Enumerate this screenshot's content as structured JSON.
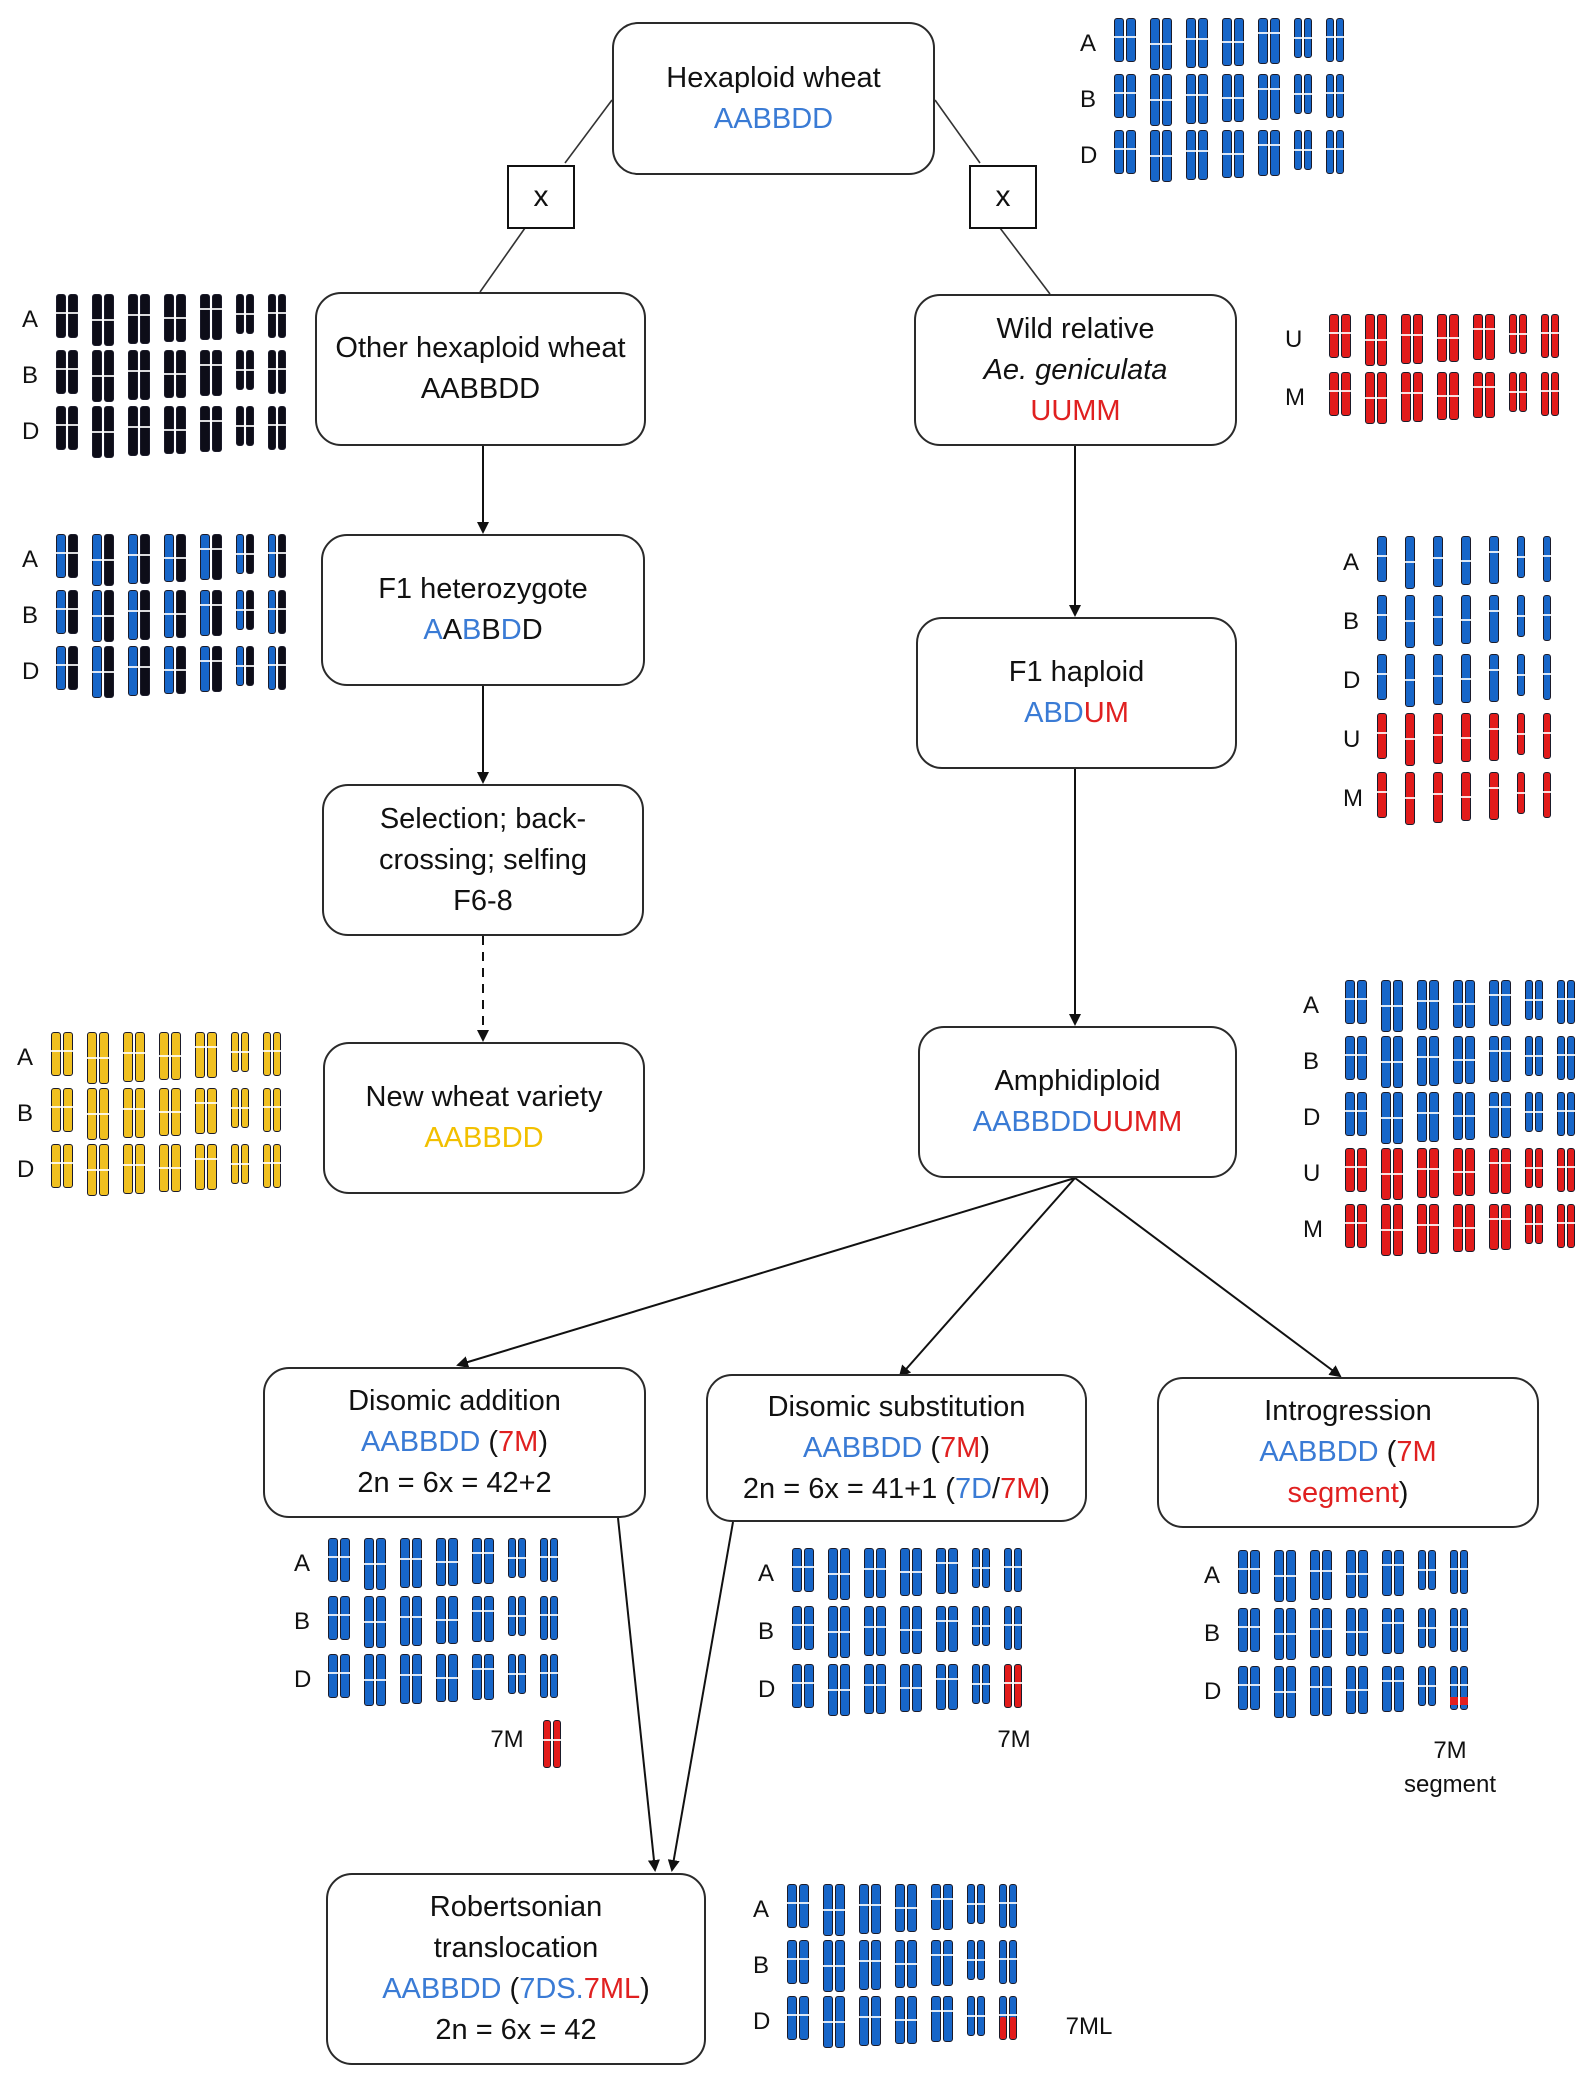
{
  "cross_symbol": "x",
  "colors": {
    "blue": "#3a7bd5",
    "red": "#e02020",
    "yellow": "#f2c000",
    "black": "#111111"
  },
  "nodes": {
    "hexaploid": {
      "title": "Hexaploid wheat",
      "genome": "AABBDD"
    },
    "other_hexaploid": {
      "title": "Other hexaploid wheat",
      "genome": "AABBDD"
    },
    "wild_relative": {
      "title": "Wild relative",
      "species": "Ae. geniculata",
      "genome": "UUMM"
    },
    "f1_heterozygote": {
      "title": "F1 heterozygote",
      "genome_parts": [
        "A",
        "A",
        "B",
        "B",
        "D",
        "D"
      ]
    },
    "selection": {
      "lines": [
        "Selection; back-",
        "crossing; selfing",
        "F6-8"
      ]
    },
    "new_variety": {
      "title": "New wheat variety",
      "genome": "AABBDD"
    },
    "f1_haploid": {
      "title": "F1 haploid",
      "genome_wheat": "ABD",
      "genome_wild": "UM"
    },
    "amphidiploid": {
      "title": "Amphidiploid",
      "genome_wheat": "AABBDD",
      "genome_wild": "UUMM"
    },
    "disomic_addition": {
      "title": "Disomic addition",
      "genome": "AABBDD",
      "open": "(",
      "added": "7M",
      "close": ")",
      "formula": "2n = 6x = 42+2"
    },
    "disomic_substitution": {
      "title": "Disomic substitution",
      "genome": "AABBDD",
      "open": "(",
      "added": "7M",
      "close": ")",
      "formula_pre": "2n = 6x = 41+1 (",
      "sub_wheat": "7D",
      "slash": "/",
      "sub_wild": "7M",
      "formula_post": ")"
    },
    "introgression": {
      "title": "Introgression",
      "genome": "AABBDD",
      "open": "(",
      "added": "7M",
      "seg_word": "segment",
      "close": ")"
    },
    "robertsonian": {
      "title_1": "Robertsonian",
      "title_2": "translocation",
      "genome": "AABBDD",
      "open": "(",
      "part_wheat": "7DS.",
      "part_wild": "7ML",
      "close": ")",
      "formula": "2n = 6x = 42"
    }
  },
  "karyotypes": {
    "hexaploid": {
      "rows": [
        "A",
        "B",
        "D"
      ],
      "color": "blue"
    },
    "other_hexaploid": {
      "rows": [
        "A",
        "B",
        "D"
      ],
      "color": "black"
    },
    "wild_relative": {
      "rows": [
        "U",
        "M"
      ],
      "color": "red"
    },
    "f1_heterozygote": {
      "rows": [
        "A",
        "B",
        "D"
      ],
      "color": "blue-black"
    },
    "f1_haploid": {
      "rows": [
        "A",
        "B",
        "D",
        "U",
        "M"
      ],
      "color": "blue-red"
    },
    "new_variety": {
      "rows": [
        "A",
        "B",
        "D"
      ],
      "color": "yellow"
    },
    "amphidiploid": {
      "rows": [
        "A",
        "B",
        "D",
        "U",
        "M"
      ],
      "color": "blue-red"
    },
    "disomic_addition": {
      "rows": [
        "A",
        "B",
        "D"
      ],
      "extra_label": "7M",
      "color": "blue"
    },
    "disomic_substitution": {
      "rows": [
        "A",
        "B",
        "D"
      ],
      "extra_label": "7M",
      "color": "blue"
    },
    "introgression": {
      "rows": [
        "A",
        "B",
        "D"
      ],
      "extra_label_1": "7M",
      "extra_label_2": "segment",
      "color": "blue"
    },
    "robertsonian": {
      "rows": [
        "A",
        "B",
        "D"
      ],
      "extra_label": "7ML",
      "color": "blue"
    }
  }
}
